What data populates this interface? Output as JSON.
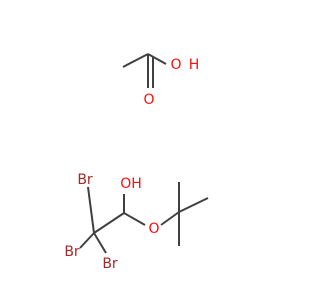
{
  "molecules": [
    {
      "atoms": {
        "o_hydroxyl": "O",
        "h_hydroxyl": "H",
        "o_carbonyl": "O"
      }
    },
    {
      "atoms": {
        "br_top": "Br",
        "br_left": "Br",
        "br_bottom": "Br",
        "o_hydroxyl": "OH",
        "o_ether": "O"
      }
    }
  ],
  "colors": {
    "bond": "#404040",
    "oxygen": "#ff0d0d",
    "bromine": "#a62929"
  }
}
